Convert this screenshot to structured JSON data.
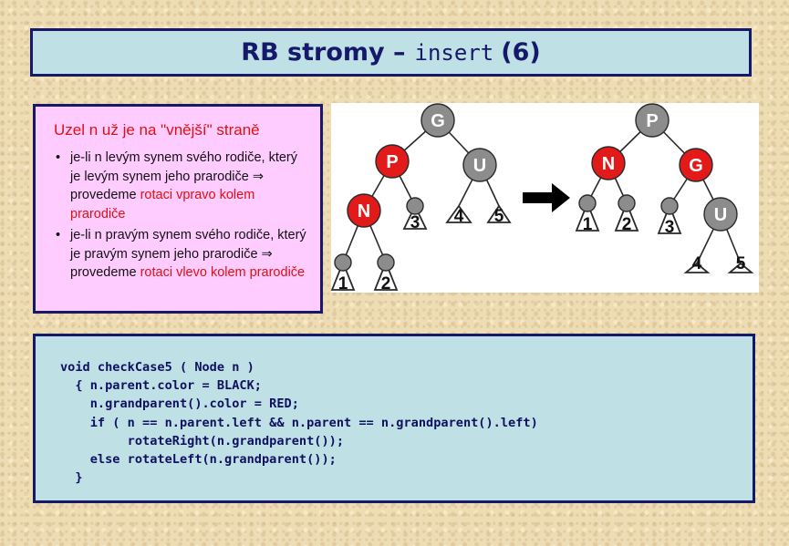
{
  "title": {
    "text": "RB stromy – ",
    "code": "insert",
    "suffix": "(6)"
  },
  "explanation": {
    "heading": "Uzel n už je na \"vnější\" straně",
    "bullets": [
      {
        "plain": "je-li n levým synem svého rodiče, který je levým synem jeho prarodiče ⇒ provedeme ",
        "highlight": "rotaci vpravo kolem prarodiče"
      },
      {
        "plain": "je-li n pravým synem svého rodiče, který je pravým synem jeho prarodiče ⇒ provedeme ",
        "highlight": "rotaci vlevo kolem prarodiče"
      }
    ]
  },
  "diagram": {
    "colors": {
      "red": "#e21a1a",
      "gray": "#8c8c8c",
      "stroke": "#2a2a2a"
    },
    "before": {
      "nodes": [
        {
          "label": "G",
          "color": "gray"
        },
        {
          "label": "P",
          "color": "red"
        },
        {
          "label": "U",
          "color": "gray"
        },
        {
          "label": "N",
          "color": "red"
        }
      ],
      "subtrees": [
        "3",
        "4",
        "5",
        "1",
        "2"
      ]
    },
    "after": {
      "nodes": [
        {
          "label": "P",
          "color": "gray"
        },
        {
          "label": "N",
          "color": "red"
        },
        {
          "label": "G",
          "color": "red"
        },
        {
          "label": "U",
          "color": "gray"
        }
      ],
      "subtrees": [
        "1",
        "2",
        "3",
        "4",
        "5"
      ]
    }
  },
  "code": {
    "lines": [
      "void checkCase5 ( Node n )",
      "  { n.parent.color = BLACK;",
      "    n.grandparent().color = RED;",
      "    if ( n == n.parent.left && n.parent == n.grandparent().left)",
      "         rotateRight(n.grandparent());",
      "    else rotateLeft(n.grandparent());",
      "  }"
    ]
  }
}
